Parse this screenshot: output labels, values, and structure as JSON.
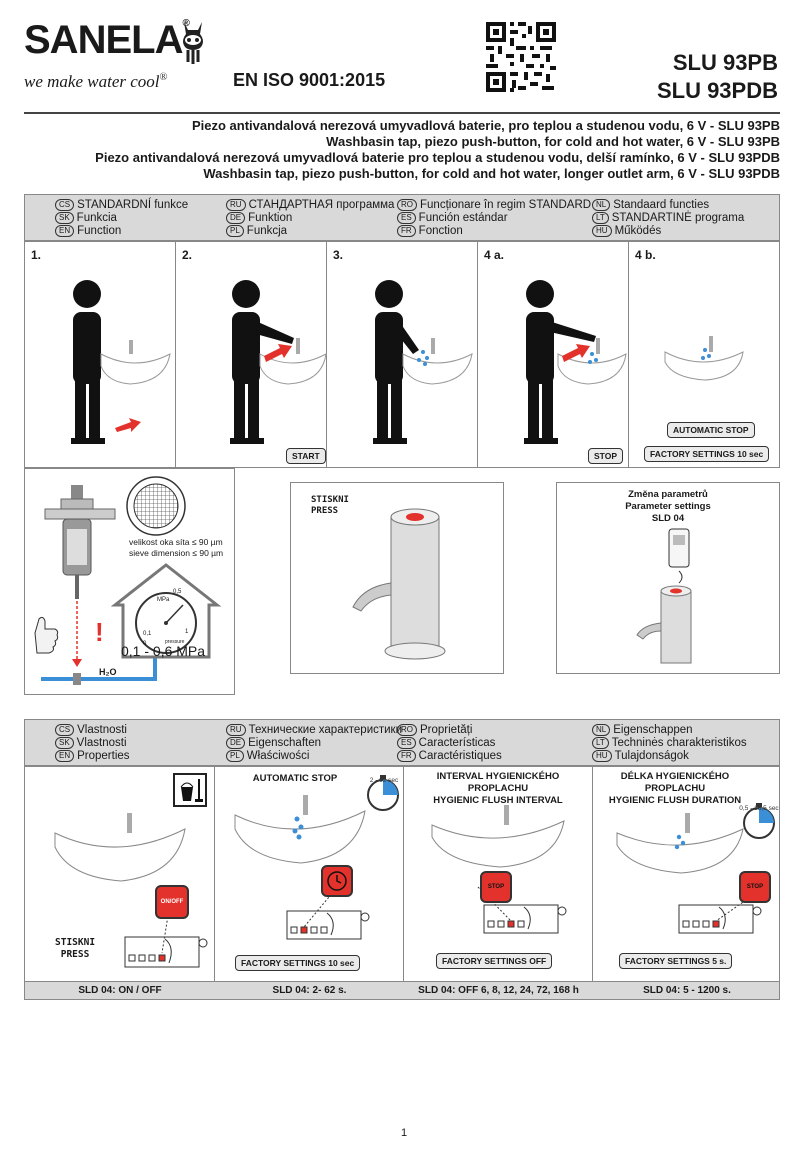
{
  "header": {
    "brand": "SANELA",
    "tagline": "we make water cool",
    "reg_mark": "®",
    "iso": "EN ISO 9001:2015",
    "models": [
      "SLU 93PB",
      "SLU 93PDB"
    ],
    "titles": [
      "Piezo antivandalová nerezová umyvadlová baterie, pro teplou a studenou vodu, 6 V - SLU 93PB",
      "Washbasin tap, piezo push-button, for cold and hot water, 6 V - SLU 93PB",
      "Piezo antivandalová nerezová umyvadlová baterie pro teplou a studenou vodu, delší ramínko, 6 V - SLU 93PDB",
      "Washbasin tap, piezo push-button, for cold and hot water, longer outlet arm, 6 V - SLU 93PDB"
    ]
  },
  "function_header": {
    "columns": [
      [
        {
          "code": "CS",
          "text": "STANDARDNÍ funkce"
        },
        {
          "code": "SK",
          "text": "Funkcia"
        },
        {
          "code": "EN",
          "text": "Function"
        }
      ],
      [
        {
          "code": "RU",
          "text": "СТАНДАРТНАЯ программа"
        },
        {
          "code": "DE",
          "text": "Funktion"
        },
        {
          "code": "PL",
          "text": "Funkcja"
        }
      ],
      [
        {
          "code": "RO",
          "text": "Funcționare în regim STANDARD"
        },
        {
          "code": "ES",
          "text": "Función estándar"
        },
        {
          "code": "FR",
          "text": "Fonction"
        }
      ],
      [
        {
          "code": "NL",
          "text": "Standaard functies"
        },
        {
          "code": "LT",
          "text": "STANDARTINĖ programa"
        },
        {
          "code": "HU",
          "text": "Működés"
        }
      ]
    ]
  },
  "steps": {
    "labels": [
      "1.",
      "2.",
      "3.",
      "4 a.",
      "4 b."
    ],
    "start": "START",
    "stop": "STOP",
    "auto_stop": "AUTOMATIC STOP",
    "factory": "FACTORY SETTINGS 10 sec"
  },
  "install": {
    "sieve_cs": "velikost oka síta ≤ 90 µm",
    "sieve_en": "sieve dimension ≤ 90 µm",
    "pressure": "0,1 - 0,6 MPa",
    "gauge_unit": "MPa",
    "gauge_word": "pressure",
    "gauge_ticks": [
      "0",
      "0,1",
      "0,5",
      "1"
    ],
    "h2o": "H₂O",
    "press_cs": "STISKNI",
    "press_en": "PRESS",
    "param_cs": "Změna parametrů",
    "param_en": "Parameter settings",
    "param_dev": "SLD 04"
  },
  "properties_header": {
    "columns": [
      [
        {
          "code": "CS",
          "text": "Vlastnosti"
        },
        {
          "code": "SK",
          "text": "Vlastnosti"
        },
        {
          "code": "EN",
          "text": "Properties"
        }
      ],
      [
        {
          "code": "RU",
          "text": "Технические характеристики"
        },
        {
          "code": "DE",
          "text": "Eigenschaften"
        },
        {
          "code": "PL",
          "text": "Właściwości"
        }
      ],
      [
        {
          "code": "RO",
          "text": "Proprietăți"
        },
        {
          "code": "ES",
          "text": "Características"
        },
        {
          "code": "FR",
          "text": "Caractéristiques"
        }
      ],
      [
        {
          "code": "NL",
          "text": "Eigenschappen"
        },
        {
          "code": "LT",
          "text": "Techninės charakteristikos"
        },
        {
          "code": "HU",
          "text": "Tulajdonságok"
        }
      ]
    ]
  },
  "properties": [
    {
      "title": [],
      "button": "ON/OFF",
      "press": [
        "STISKNI",
        "PRESS"
      ],
      "factory": "",
      "timer": "",
      "footer": "SLD 04: ON / OFF"
    },
    {
      "title": [
        "AUTOMATIC STOP"
      ],
      "button": "",
      "press": [],
      "factory": "FACTORY SETTINGS 10 sec",
      "timer": "2 - 62 sec",
      "footer": "SLD 04: 2- 62 s."
    },
    {
      "title": [
        "INTERVAL HYGIENICKÉHO",
        "PROPLACHU",
        "HYGIENIC FLUSH INTERVAL"
      ],
      "button": "STOP",
      "press": [],
      "factory": "FACTORY SETTINGS OFF",
      "timer": "",
      "footer": "SLD 04: OFF 6, 8, 12, 24, 72, 168 h"
    },
    {
      "title": [
        "DÉLKA HYGIENICKÉHO",
        "PROPLACHU",
        "HYGIENIC FLUSH DURATION"
      ],
      "button": "STOP",
      "press": [],
      "factory": "FACTORY SETTINGS 5 s.",
      "timer": "0,5 - 15,5 sec",
      "footer": "SLD 04: 5 - 1200 s."
    }
  ],
  "page_number": "1",
  "colors": {
    "accent_red": "#e2322b",
    "header_gray": "#d9d9d9",
    "water_blue": "#3a8fd6"
  }
}
